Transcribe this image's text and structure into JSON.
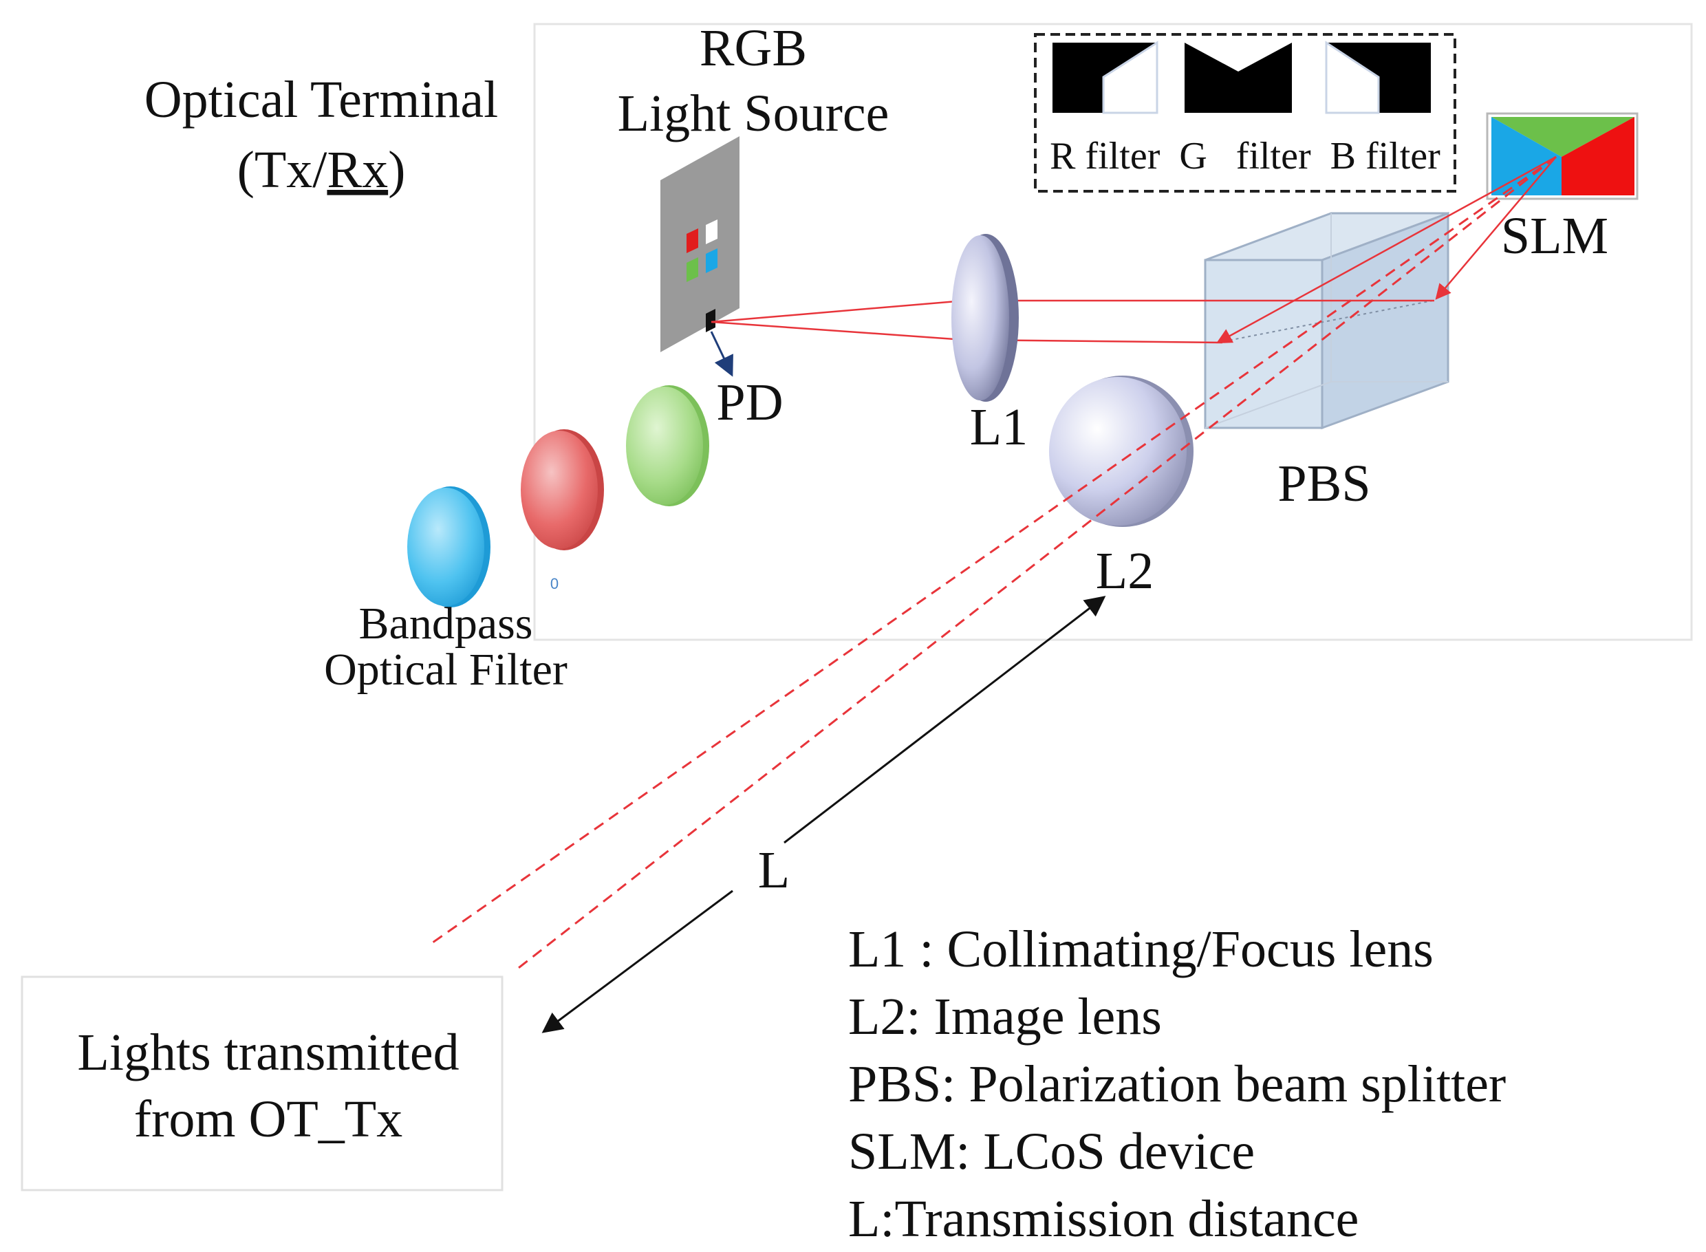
{
  "labels": {
    "terminal_line1": "Optical Terminal",
    "terminal_line2": "(Tx/",
    "terminal_rx": "Rx",
    "terminal_close": ")",
    "source_line1": "RGB",
    "source_line2": "Light Source",
    "filters_caption": "R filter  G   filter  B filter",
    "slm": "SLM",
    "pd": "PD",
    "l1": "L1",
    "l2": "L2",
    "pbs": "PBS",
    "bandpass_line1": "Bandpass",
    "bandpass_line2": "Optical Filter",
    "small_zero": "0",
    "distance": "L",
    "lights_line1": "Lights transmitted",
    "lights_line2": "from OT_Tx"
  },
  "legend": [
    "L1 : Collimating/Focus lens",
    "L2: Image lens",
    "PBS: Polarization beam splitter",
    "SLM: LCoS device",
    "L:Transmission distance"
  ],
  "colors": {
    "beam": "#e8343a",
    "slm_blue": "#1aa7e6",
    "slm_green": "#6cc04a",
    "slm_red": "#ee1111",
    "filter_blue": "#4fc3f0",
    "filter_red": "#e86a6a",
    "filter_green": "#a8dc8a",
    "panel": "#9a9a9a",
    "lens": "#c9cbe6",
    "pbs": "#c8d8ea"
  }
}
